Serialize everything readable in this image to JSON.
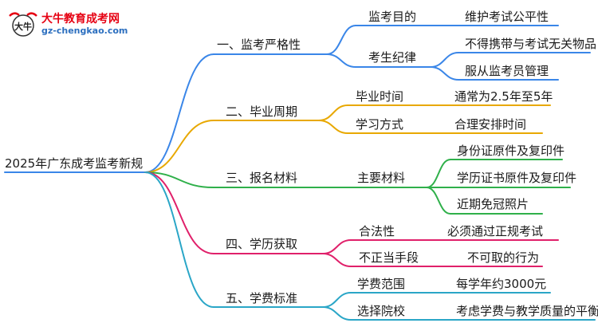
{
  "logo": {
    "name": "大牛教育成考网",
    "url": "gz-chengkao.com",
    "mark_text": "大牛"
  },
  "colors": {
    "branch1": "#3a86e8",
    "branch2": "#e8a800",
    "branch3": "#2fb04a",
    "branch4": "#e0206a",
    "branch5": "#2aa6c7",
    "root_line": "#3a86e8"
  },
  "root": "2025年广东成考监考新规",
  "branches": [
    {
      "label": "一、监考严格性",
      "children": [
        {
          "label": "监考目的",
          "leaves": [
            "维护考试公平性"
          ]
        },
        {
          "label": "考生纪律",
          "leaves": [
            "不得携带与考试无关物品",
            "服从监考员管理"
          ]
        }
      ]
    },
    {
      "label": "二、毕业周期",
      "children": [
        {
          "label": "毕业时间",
          "leaves": [
            "通常为2.5年至5年"
          ]
        },
        {
          "label": "学习方式",
          "leaves": [
            "合理安排时间"
          ]
        }
      ]
    },
    {
      "label": "三、报名材料",
      "children": [
        {
          "label": "主要材料",
          "leaves": [
            "身份证原件及复印件",
            "学历证书原件及复印件",
            "近期免冠照片"
          ]
        }
      ]
    },
    {
      "label": "四、学历获取",
      "children": [
        {
          "label": "合法性",
          "leaves": [
            "必须通过正规考试"
          ]
        },
        {
          "label": "不正当手段",
          "leaves": [
            "不可取的行为"
          ]
        }
      ]
    },
    {
      "label": "五、学费标准",
      "children": [
        {
          "label": "学费范围",
          "leaves": [
            "每学年约3000元"
          ]
        },
        {
          "label": "选择院校",
          "leaves": [
            "考虑学费与教学质量的平衡"
          ]
        }
      ]
    }
  ]
}
